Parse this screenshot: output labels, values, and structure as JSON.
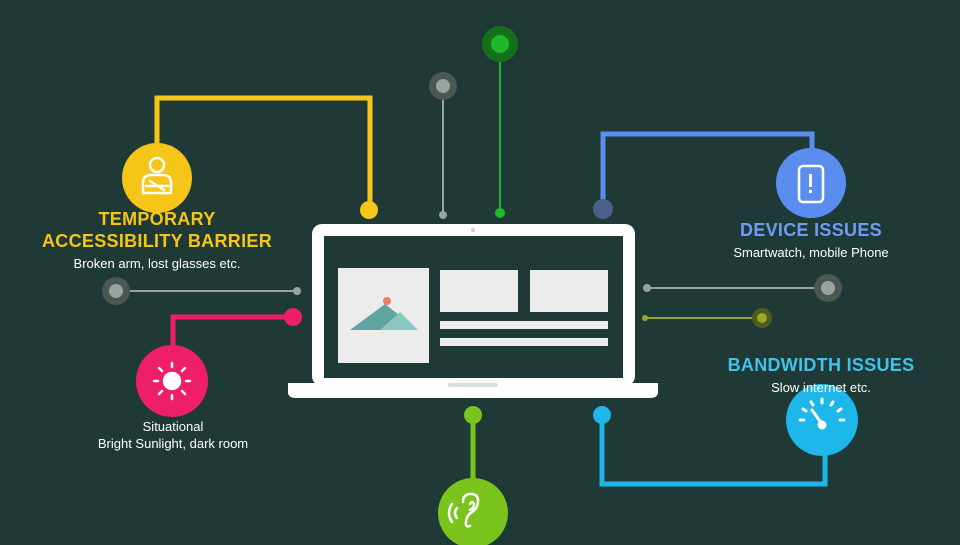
{
  "colors": {
    "background": "#1f3a36",
    "temporary": "#f5c518",
    "device": "#5b8def",
    "situational": "#ee1f68",
    "bandwidth": "#1eb7e9",
    "hearing": "#7bc41d",
    "green_top": "#1eb82a",
    "gray": "#9aa3a0",
    "olive": "#9aa82a"
  },
  "labels": {
    "temporary": {
      "title_line1": "TEMPORARY",
      "title_line2": "ACCESSIBILITY BARRIER",
      "subtitle": "Broken arm, lost glasses etc.",
      "icon": "injured-person-icon"
    },
    "device": {
      "title": "DEVICE ISSUES",
      "subtitle": "Smartwatch, mobile Phone",
      "icon": "smartphone-icon"
    },
    "bandwidth": {
      "title": "BANDWIDTH ISSUES",
      "subtitle": "Slow internet etc.",
      "icon": "speedometer-icon"
    },
    "situational": {
      "subtitle_line1": "Situational",
      "subtitle_line2": "Bright Sunlight, dark room",
      "icon": "sun-icon"
    },
    "hearing": {
      "icon": "hearing-ear-icon"
    }
  }
}
